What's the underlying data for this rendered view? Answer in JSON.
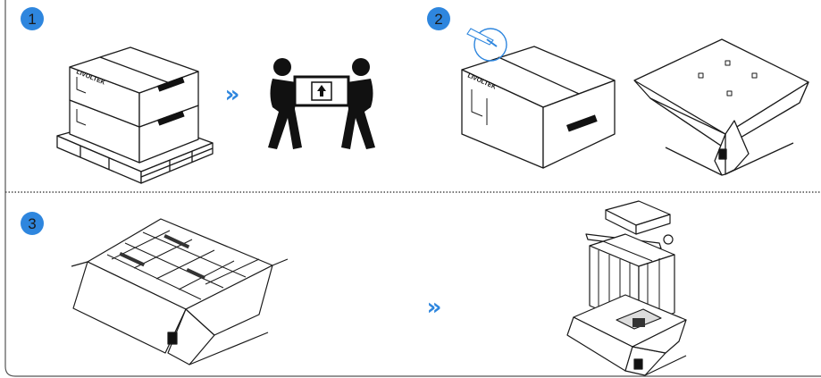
{
  "steps": [
    {
      "number": "1"
    },
    {
      "number": "2"
    },
    {
      "number": "3"
    }
  ],
  "arrows": [
    "»",
    "»"
  ],
  "box_brand": "LIVOLTEK",
  "colors": {
    "step_badge": "#2e86de",
    "arrow": "#2e86de",
    "divider": "#4a4a4a",
    "line_art": "#1a1a1a",
    "highlight_circle": "#2e86de"
  },
  "icons": [
    "pallet-boxes",
    "two-person-lift",
    "cut-tape",
    "open-box",
    "packed-box-interior",
    "unpacked-parts"
  ]
}
